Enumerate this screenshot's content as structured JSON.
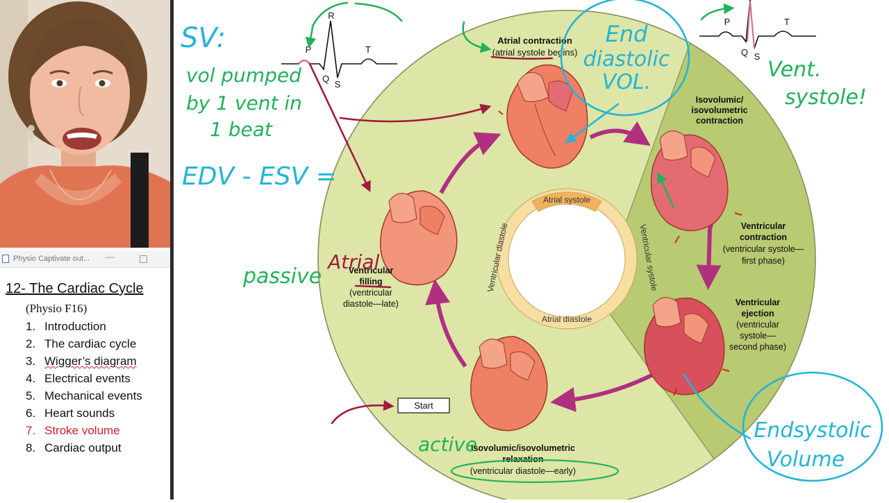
{
  "outline_window": {
    "title": "Physio Captivate out...",
    "minimize_glyph": "—"
  },
  "outline": {
    "title": "12- The Cardiac Cycle",
    "subtitle": "(Physio F16)",
    "items": [
      {
        "num": "1.",
        "label": "Introduction"
      },
      {
        "num": "2.",
        "label": "The cardiac cycle"
      },
      {
        "num": "3.",
        "label": "Wigger’s diagram"
      },
      {
        "num": "4.",
        "label": "Electrical events"
      },
      {
        "num": "5.",
        "label": "Mechanical events"
      },
      {
        "num": "6.",
        "label": "Heart sounds"
      },
      {
        "num": "7.",
        "label": "Stroke volume"
      },
      {
        "num": "8.",
        "label": "Cardiac output"
      }
    ],
    "active_item": 7
  },
  "ecg": {
    "p": "P",
    "q": "Q",
    "r": "R",
    "s": "S",
    "t": "T"
  },
  "phases": {
    "atrial_contraction": {
      "title": "Atrial contraction",
      "sub": "(atrial systole begins)"
    },
    "isovolumic_contraction": {
      "line1": "Isovolumic/",
      "line2": "isovolumetric",
      "line3": "contraction"
    },
    "ventricular_contraction": {
      "line1": "Ventricular",
      "line2": "contraction",
      "line3": "(ventricular systole—",
      "line4": "first phase)"
    },
    "ventricular_ejection": {
      "line1": "Ventricular",
      "line2": "ejection",
      "line3": "(ventricular",
      "line4": "systole—",
      "line5": "second phase)"
    },
    "isovolumic_relaxation": {
      "line1": "Isovolumic/isovolumetric",
      "line2": "relaxation",
      "line3": "(ventricular diastole—early)"
    },
    "ventricular_filling": {
      "line1": "Ventricular",
      "line2": "filling",
      "line3": "(ventricular",
      "line4": "diastole—late)"
    }
  },
  "ring": {
    "atrial_systole": "Atrial systole",
    "atrial_diastole": "Atrial diastole",
    "ventricular_diastole": "Ventricular diastole",
    "ventricular_systole": "Ventricular systole"
  },
  "start_label": "Start",
  "annotations": {
    "sv": "SV:",
    "sv_def_1": "vol pumped",
    "sv_def_2": "by 1 vent in",
    "sv_def_3": "1 beat",
    "formula": "EDV - ESV =",
    "passive": "passive",
    "atrial": "Atrial",
    "end_diastolic_1": "End",
    "end_diastolic_2": "diastolic",
    "end_diastolic_3": "VOL.",
    "vent_systole_1": "Vent.",
    "vent_systole_2": "systole!",
    "end_systolic_1": "Endsystolic",
    "end_systolic_2": "Volume",
    "active": "active"
  },
  "colors": {
    "active_item": "#d0202a",
    "ink_green": "#22b15a",
    "ink_blue": "#24b4d8",
    "ink_red": "#a01a3e",
    "wheel_light": "#dde6a6",
    "wheel_dark": "#b8ca72",
    "cycle_arrow": "#b0307f"
  }
}
